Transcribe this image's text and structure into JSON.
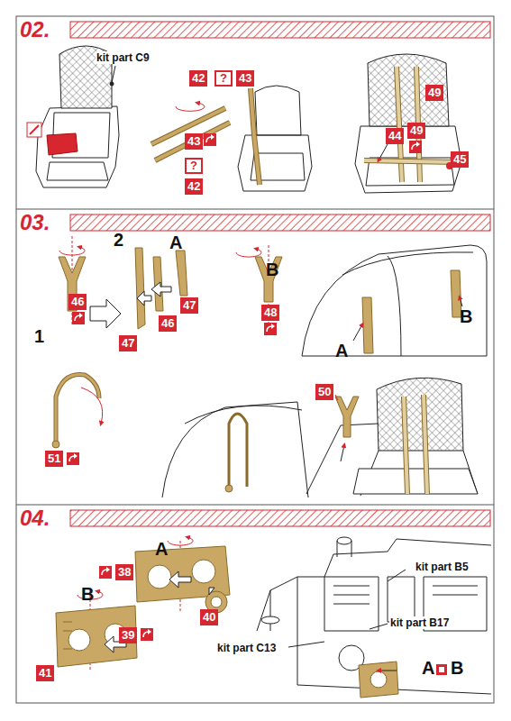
{
  "diagram": {
    "nodes": [
      {
        "text": [
          "02."
        ]
      },
      {
        "text": [
          "03."
        ]
      },
      {
        "text": [
          "04."
        ]
      }
    ],
    "labels": [
      "kit part C9",
      "42",
      "?",
      "43",
      "49",
      "49",
      "44",
      "45",
      "43",
      "?",
      "42",
      "46",
      "1",
      "2",
      "A",
      "47",
      "46",
      "47",
      "B",
      "48",
      "A",
      "B",
      "51",
      "50",
      "A",
      "38",
      "40",
      "B",
      "39",
      "41",
      "kit part B5",
      "kit part B17",
      "kit part C13",
      "A",
      "B"
    ]
  }
}
